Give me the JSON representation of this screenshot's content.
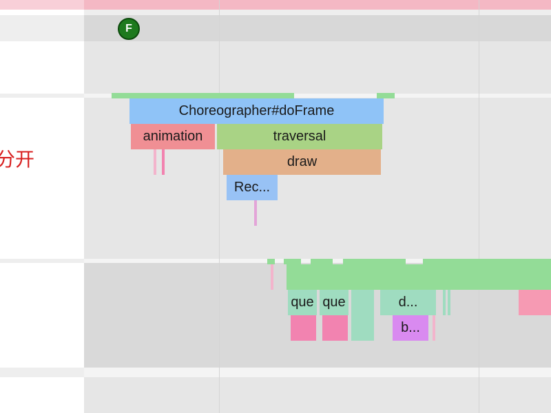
{
  "top_marker": {
    "label": "F",
    "color": "#1e7a1e"
  },
  "sidebar": {
    "label_fragment": "分开",
    "label_color": "#d82020"
  },
  "main_thread": {
    "slices": {
      "choreographer": "Choreographer#doFrame",
      "animation": "animation",
      "traversal": "traversal",
      "draw": "draw",
      "record": "Rec..."
    }
  },
  "render_thread": {
    "slices": {
      "queue_1": "que",
      "queue_2": "que",
      "draw_short": "d...",
      "b_short": "b..."
    }
  },
  "colors": {
    "choreographer": "#8fc3f7",
    "animation": "#f08f94",
    "traversal": "#a9d385",
    "draw": "#e3b08a",
    "record": "#98c2f5",
    "green_bar": "#93dc97",
    "pink_slice": "#f283b0",
    "purple_slice": "#d98af0",
    "top_stripe": "#f4b8c4"
  }
}
